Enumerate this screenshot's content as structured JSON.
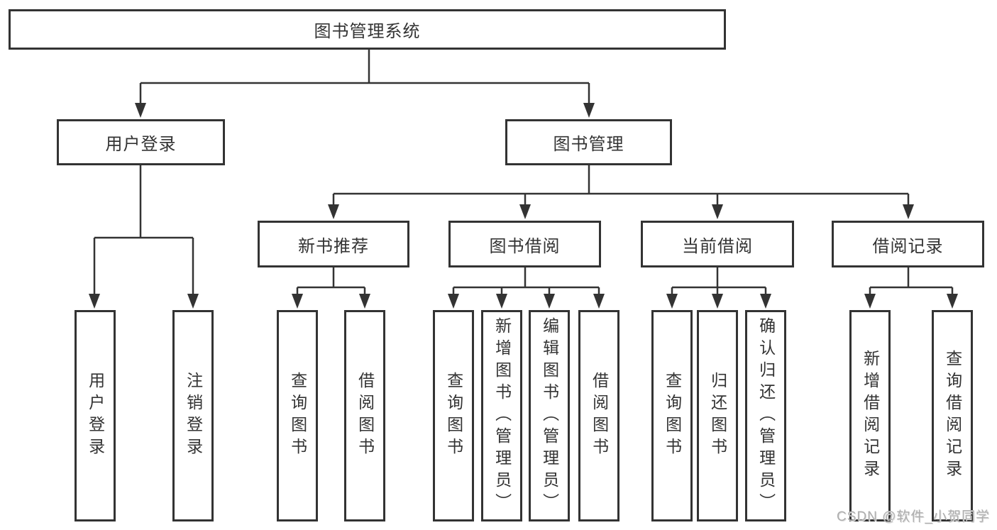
{
  "tree": {
    "root": "图书管理系统",
    "branches": [
      {
        "label": "用户登录",
        "children": [
          "用户登录",
          "注销登录"
        ]
      },
      {
        "label": "图书管理",
        "children": [
          {
            "label": "新书推荐",
            "children": [
              "查询图书",
              "借阅图书"
            ]
          },
          {
            "label": "图书借阅",
            "children": [
              "查询图书",
              "新增图书（管理员）",
              "编辑图书（管理员）",
              "借阅图书"
            ]
          },
          {
            "label": "当前借阅",
            "children": [
              "查询图书",
              "归还图书",
              "确认归还（管理员）"
            ]
          },
          {
            "label": "借阅记录",
            "children": [
              "新增借阅记录",
              "查询借阅记录"
            ]
          }
        ]
      }
    ]
  },
  "watermark": "CSDN @软件_小贺同学",
  "colors": {
    "line": "#333333",
    "box_border": "#333333",
    "text": "#333333",
    "watermark": "#aeaeae",
    "background": "#ffffff"
  }
}
